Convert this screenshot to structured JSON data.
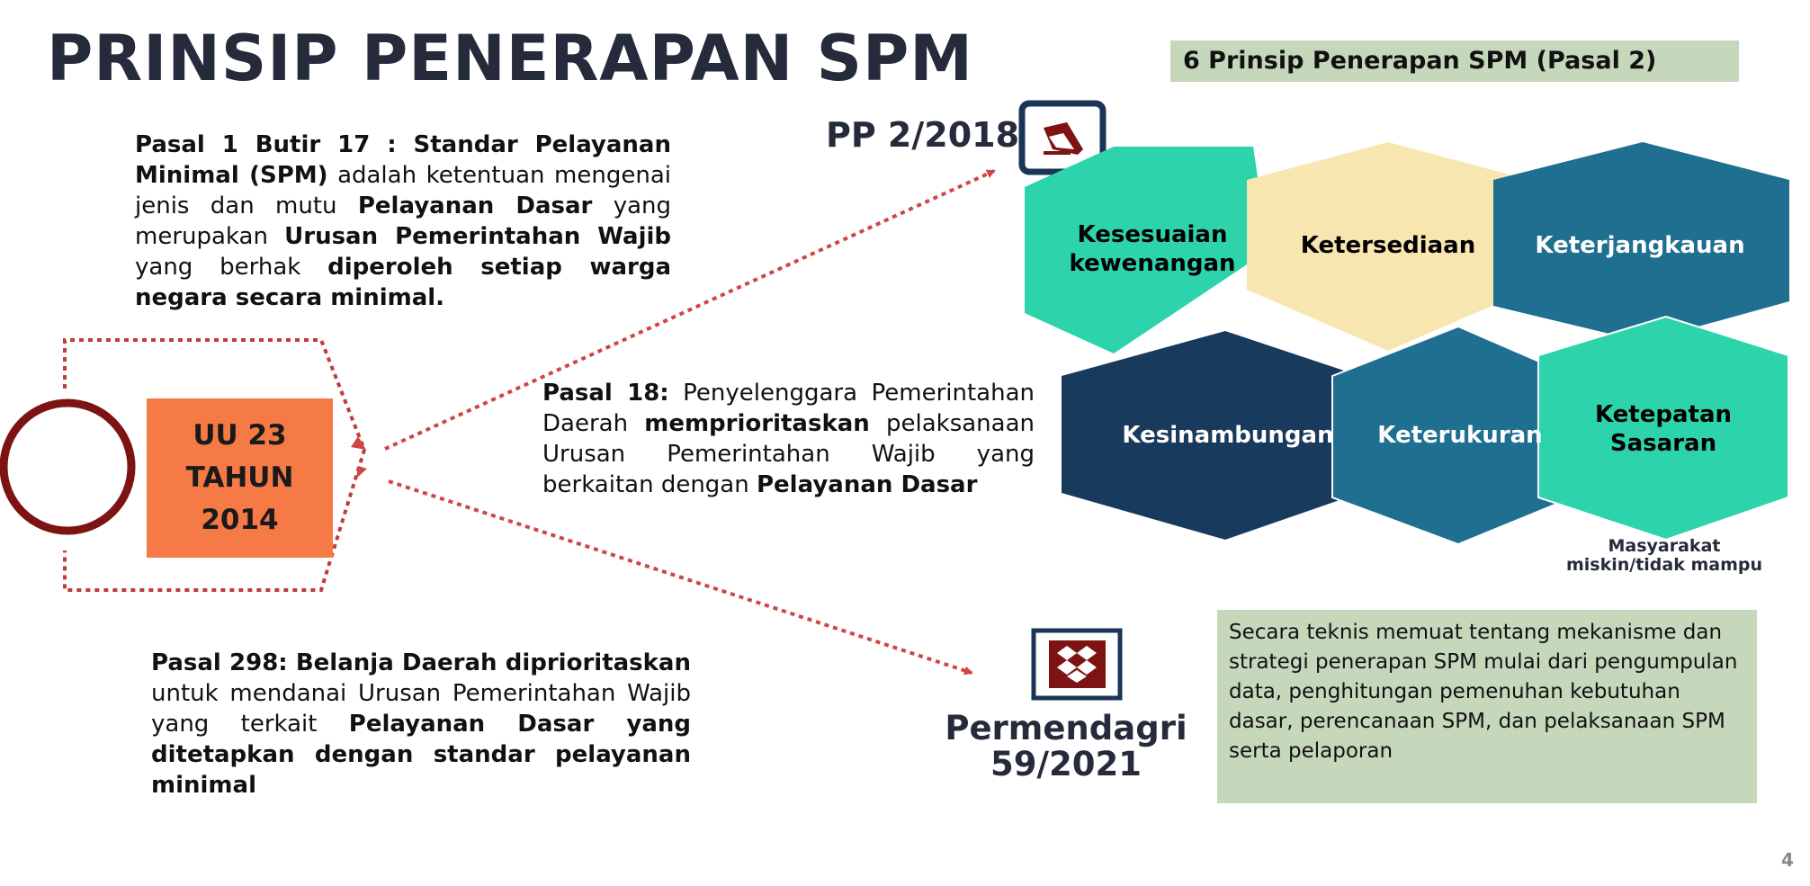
{
  "slide": {
    "title": "PRINSIP PENERAPAN SPM",
    "page_number": "4"
  },
  "prinsip_header": "6 Prinsip Penerapan SPM (Pasal 2)",
  "pasal1": {
    "lead": "Pasal 1 Butir 17 : Standar Pelayanan Minimal (SPM)",
    "t1": " adalah ketentuan mengenai jenis dan mutu ",
    "b1": "Pelayanan Dasar",
    "t2": " yang merupakan ",
    "b2": "Urusan Pemerintahan Wajib",
    "t3": " yang berhak ",
    "b3": "diperoleh setiap warga negara secara minimal."
  },
  "uu_box": "UU 23\nTAHUN\n2014",
  "pasal18": {
    "lead": "Pasal 18:",
    "t1": " Penyelenggara Pemerintahan Daerah ",
    "b1": "memprioritaskan",
    "t2": " pelaksanaan Urusan Pemerintahan Wajib yang berkaitan dengan ",
    "b2": "Pelayanan Dasar"
  },
  "pasal298": {
    "lead": "Pasal 298: Belanja Daerah diprioritaskan",
    "t1": " untuk mendanai Urusan Pemerintahan Wajib yang terkait ",
    "b1": "Pelayanan Dasar yang ditetapkan dengan standar pelayanan minimal"
  },
  "pp_label": "PP 2/2018",
  "permendagri_label": "Permendagri\n59/2021",
  "note": "Secara teknis memuat tentang mekanisme dan strategi penerapan SPM mulai dari pengumpulan data, penghitungan pemenuhan kebutuhan dasar, perencanaan SPM, dan pelaksanaan SPM serta pelaporan",
  "masyarakat": "Masyarakat miskin/tidak mampu",
  "hexagons": [
    {
      "label": "Kesesuaian\nkewenangan",
      "color": "#2dd3ab",
      "text_color": "#1a1a1a"
    },
    {
      "label": "Ketersediaan",
      "color": "#f8e6b0",
      "text_color": "#1a1a1a"
    },
    {
      "label": "Keterjangkauan",
      "color": "#1f6f91",
      "text_color": "#ffffff"
    },
    {
      "label": "Kesinambungan",
      "color": "#183a5c",
      "text_color": "#ffffff"
    },
    {
      "label": "Keterukuran",
      "color": "#1f6f91",
      "text_color": "#ffffff"
    },
    {
      "label": "Ketepatan\nSasaran",
      "color": "#2dd3ab",
      "text_color": "#1a1a1a"
    }
  ],
  "icons": {
    "pp": "gavel-icon",
    "permendagri": "dropbox-icon",
    "circle": "ring-icon"
  },
  "colors": {
    "accent_red": "#7d1313",
    "arrow_red": "#d04545",
    "orange": "#f57a45",
    "green_box": "#c6d8bb",
    "navy": "#1c3557"
  }
}
